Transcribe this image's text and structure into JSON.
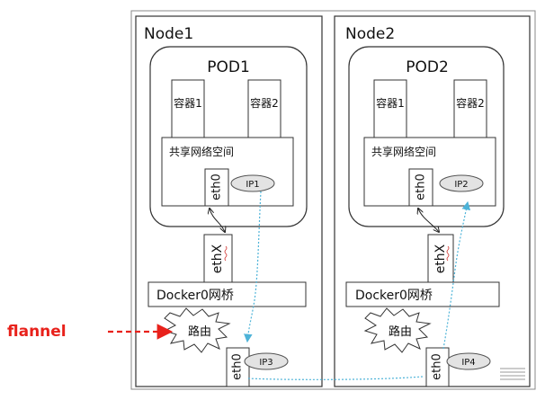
{
  "nodes": [
    {
      "title": "Node1",
      "pod": "POD1",
      "container1": "容器1",
      "container2": "容器2",
      "netspace": "共享网络空间",
      "pod_iface": "eth0",
      "pod_ip": "IP1",
      "veth": "ethX",
      "bridge": "Docker0网桥",
      "router": "路由",
      "host_iface": "eth0",
      "host_ip": "IP3"
    },
    {
      "title": "Node2",
      "pod": "POD2",
      "container1": "容器1",
      "container2": "容器2",
      "netspace": "共享网络空间",
      "pod_iface": "eth0",
      "pod_ip": "IP2",
      "veth": "ethX",
      "bridge": "Docker0网桥",
      "router": "路由",
      "host_iface": "eth0",
      "host_ip": "IP4"
    }
  ],
  "flannel_label": "flannel",
  "colors": {
    "flannel": "#e8211b",
    "flow": "#4db3d8",
    "stroke": "#333333"
  }
}
